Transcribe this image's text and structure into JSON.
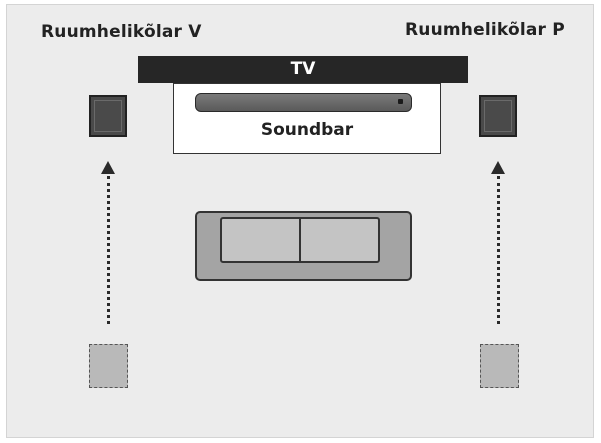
{
  "labels": {
    "left_speaker": "Ruumhelikõlar V",
    "right_speaker": "Ruumhelikõlar P",
    "tv": "TV",
    "soundbar": "Soundbar"
  },
  "colors": {
    "background": "#ececec",
    "tv_bar": "#262626",
    "speaker": "#4a4a4a",
    "speaker_ghost": "#b9b9b9",
    "sofa": "#a4a4a4",
    "sofa_cushion": "#c4c4c4"
  },
  "icons": {
    "speaker": "speaker-icon",
    "soundbar": "soundbar-icon",
    "sofa": "sofa-icon",
    "arrow": "arrow-up-icon"
  }
}
